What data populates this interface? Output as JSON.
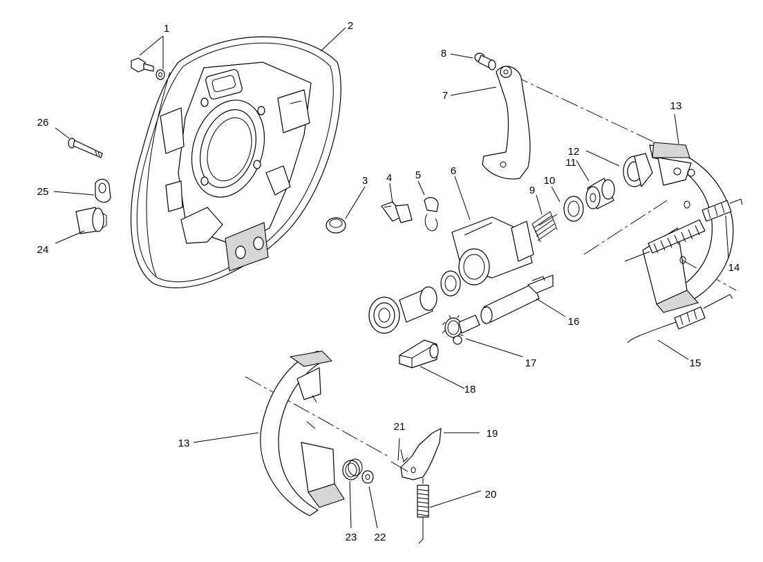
{
  "callouts": [
    {
      "id": "c1",
      "text": "1"
    },
    {
      "id": "c2",
      "text": "2"
    },
    {
      "id": "c3",
      "text": "3"
    },
    {
      "id": "c4",
      "text": "4"
    },
    {
      "id": "c5",
      "text": "5"
    },
    {
      "id": "c6",
      "text": "6"
    },
    {
      "id": "c7",
      "text": "7"
    },
    {
      "id": "c8",
      "text": "8"
    },
    {
      "id": "c9",
      "text": "9"
    },
    {
      "id": "c10",
      "text": "10"
    },
    {
      "id": "c11",
      "text": "11"
    },
    {
      "id": "c12",
      "text": "12"
    },
    {
      "id": "c13a",
      "text": "13"
    },
    {
      "id": "c13b",
      "text": "13"
    },
    {
      "id": "c14",
      "text": "14"
    },
    {
      "id": "c15",
      "text": "15"
    },
    {
      "id": "c16",
      "text": "16"
    },
    {
      "id": "c17",
      "text": "17"
    },
    {
      "id": "c18",
      "text": "18"
    },
    {
      "id": "c19",
      "text": "19"
    },
    {
      "id": "c20",
      "text": "20"
    },
    {
      "id": "c21",
      "text": "21"
    },
    {
      "id": "c22",
      "text": "22"
    },
    {
      "id": "c23",
      "text": "23"
    },
    {
      "id": "c24",
      "text": "24"
    },
    {
      "id": "c25",
      "text": "25"
    },
    {
      "id": "c26",
      "text": "26"
    }
  ]
}
